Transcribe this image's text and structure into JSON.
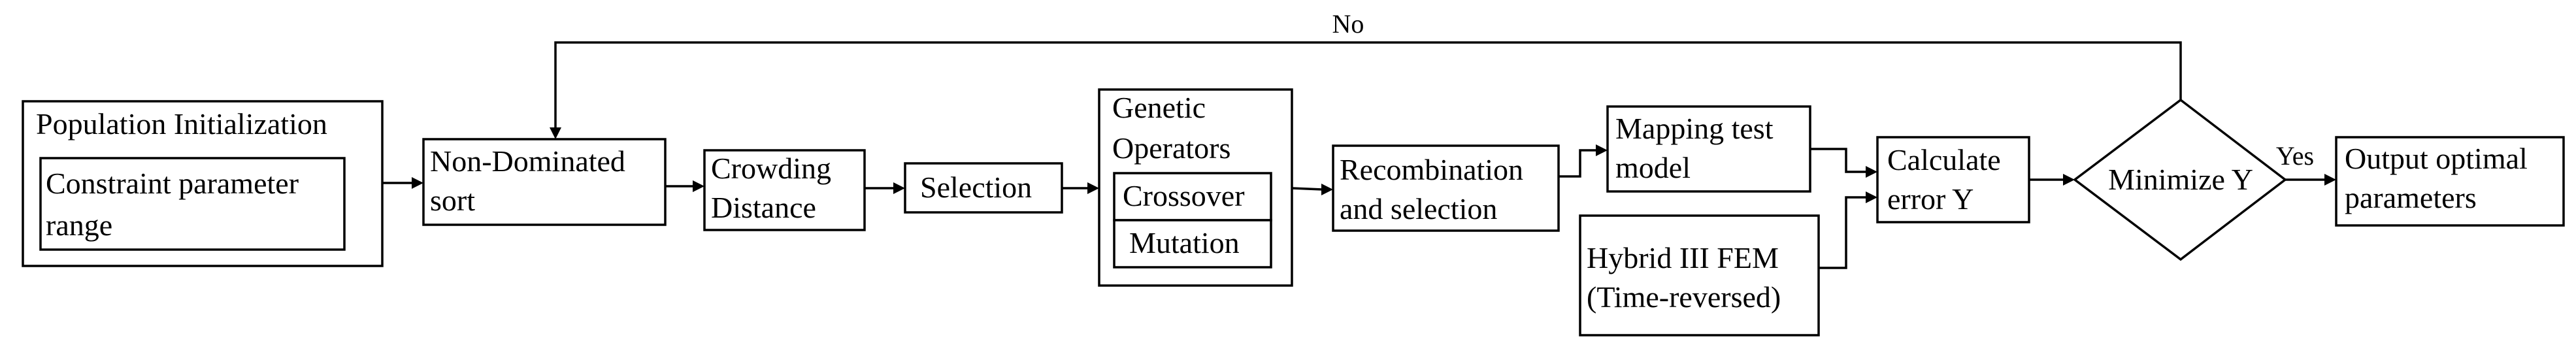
{
  "flowchart": {
    "population": {
      "title": "Population Initialization",
      "inner_line1": "Constraint parameter",
      "inner_line2": "range"
    },
    "non_dominated": {
      "line1": "Non-Dominated",
      "line2": "sort"
    },
    "crowding": {
      "line1": "Crowding",
      "line2": "Distance"
    },
    "selection": {
      "label": "Selection"
    },
    "genetic": {
      "line1": "Genetic",
      "line2": "Operators",
      "crossover": "Crossover",
      "mutation": "Mutation"
    },
    "recombination": {
      "line1": "Recombination",
      "line2": "and selection"
    },
    "mapping": {
      "line1": "Mapping test",
      "line2": "model"
    },
    "hybrid": {
      "line1": "Hybrid III FEM",
      "line2": "(Time-reversed)"
    },
    "calculate": {
      "line1": "Calculate",
      "line2": "error Y"
    },
    "decision": {
      "label": "Minimize Y"
    },
    "output": {
      "line1": "Output optimal",
      "line2": "parameters"
    },
    "edge_labels": {
      "no": "No",
      "yes": "Yes"
    }
  }
}
